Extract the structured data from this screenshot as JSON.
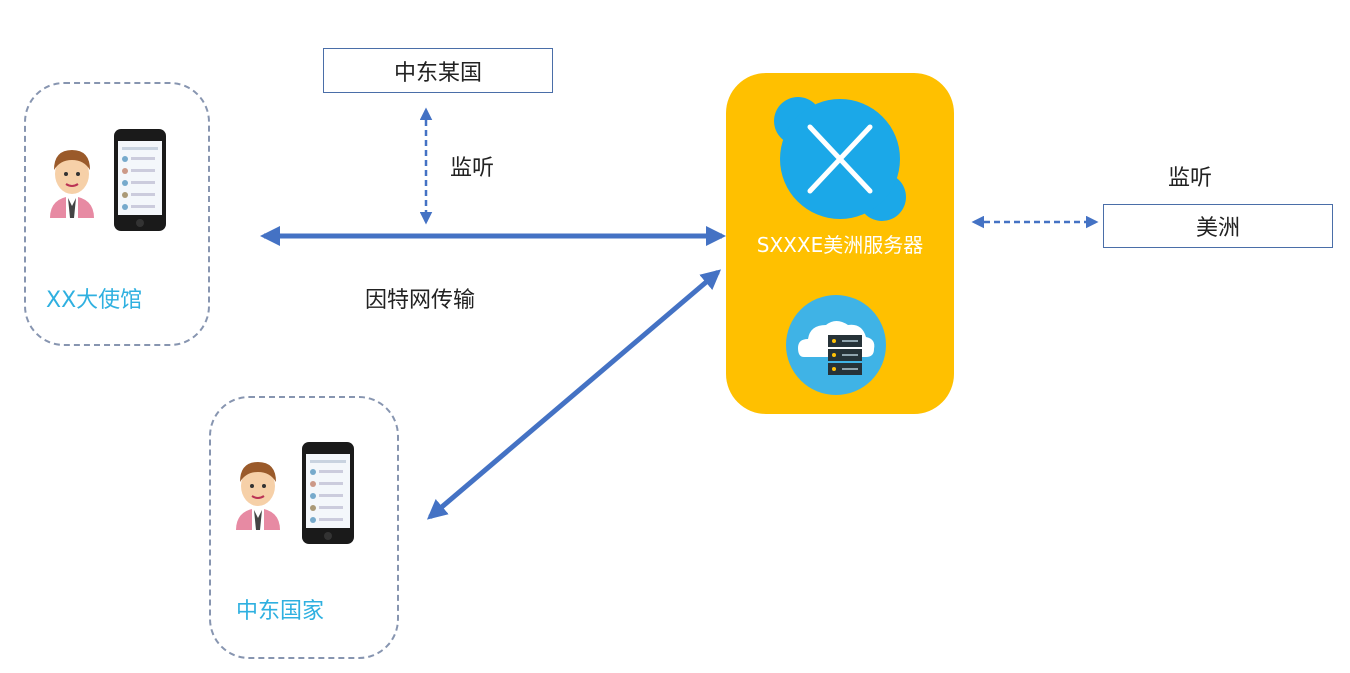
{
  "nodes": {
    "embassy": {
      "label": "XX大使馆"
    },
    "mideast_country_user": {
      "label": "中东国家"
    },
    "mideast_observer": {
      "label": "中东某国"
    },
    "america": {
      "label": "美洲"
    },
    "server": {
      "label": "SXXXE美洲服务器"
    }
  },
  "edges": {
    "internet": {
      "label": "因特网传输"
    },
    "listen_mideast": {
      "label": "监听"
    },
    "listen_america": {
      "label": "监听"
    }
  },
  "colors": {
    "arrow": "#4472c4",
    "server_panel": "#ffc000",
    "group_label": "#2fb0e0",
    "skype_blue": "#1ba8e8",
    "cloud_circle": "#3fb3e6"
  },
  "icons": [
    "user-avatar-icon",
    "smartphone-icon",
    "skype-logo-icon",
    "cloud-server-icon"
  ]
}
